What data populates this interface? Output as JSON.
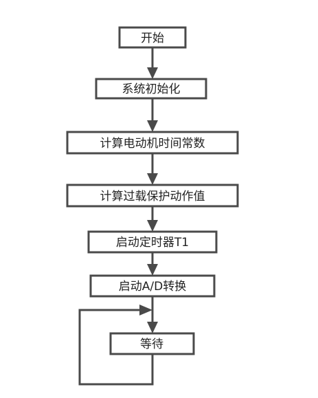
{
  "flowchart": {
    "nodes": [
      {
        "id": "start",
        "label": "开始"
      },
      {
        "id": "init",
        "label": "系统初始化"
      },
      {
        "id": "calc_time_const",
        "label": "计算电动机时间常数"
      },
      {
        "id": "calc_overload",
        "label": "计算过载保护动作值"
      },
      {
        "id": "start_timer",
        "label": "启动定时器T1"
      },
      {
        "id": "start_ad",
        "label": "启动A/D转换"
      },
      {
        "id": "wait",
        "label": "等待"
      }
    ],
    "edges": [
      {
        "from": "start",
        "to": "init"
      },
      {
        "from": "init",
        "to": "calc_time_const"
      },
      {
        "from": "calc_time_const",
        "to": "calc_overload"
      },
      {
        "from": "calc_overload",
        "to": "start_timer"
      },
      {
        "from": "start_timer",
        "to": "start_ad"
      },
      {
        "from": "start_ad",
        "to": "wait"
      },
      {
        "from": "wait",
        "to": "wait",
        "type": "loop"
      }
    ]
  },
  "colors": {
    "stroke": "#4a4a4a",
    "text": "#222222",
    "background": "#ffffff"
  }
}
